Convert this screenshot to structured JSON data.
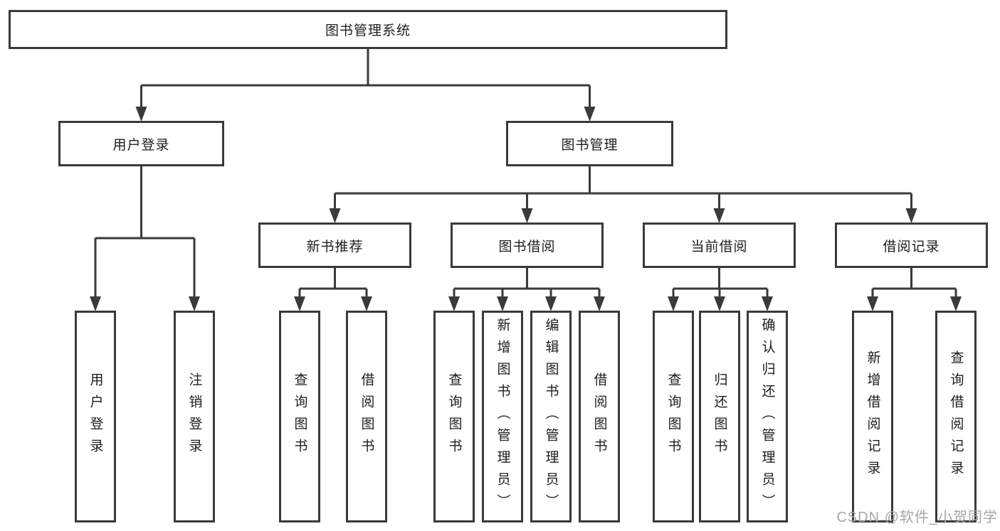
{
  "colors": {
    "background": "#ffffff",
    "line": "#3a3a3a",
    "box_border": "#3a3a3a",
    "text": "#1d1d1d",
    "watermark": "#a6a6a6"
  },
  "watermark": {
    "text": "CSDN @软件_小贺同学"
  },
  "org_chart": {
    "type": "tree-diagram",
    "root": {
      "label": "图书管理系统"
    },
    "children": [
      {
        "label": "用户登录",
        "children": [
          {
            "label": "用户登录"
          },
          {
            "label": "注销登录"
          }
        ]
      },
      {
        "label": "图书管理",
        "children": [
          {
            "label": "新书推荐",
            "children": [
              {
                "label": "查询图书"
              },
              {
                "label": "借阅图书"
              }
            ]
          },
          {
            "label": "图书借阅",
            "children": [
              {
                "label": "查询图书"
              },
              {
                "label": "新增图书（管理员）"
              },
              {
                "label": "编辑图书（管理员）"
              },
              {
                "label": "借阅图书"
              }
            ]
          },
          {
            "label": "当前借阅",
            "children": [
              {
                "label": "查询图书"
              },
              {
                "label": "归还图书"
              },
              {
                "label": "确认归还（管理员）"
              }
            ]
          },
          {
            "label": "借阅记录",
            "children": [
              {
                "label": "新增借阅记录"
              },
              {
                "label": "查询借阅记录"
              }
            ]
          }
        ]
      }
    ]
  }
}
